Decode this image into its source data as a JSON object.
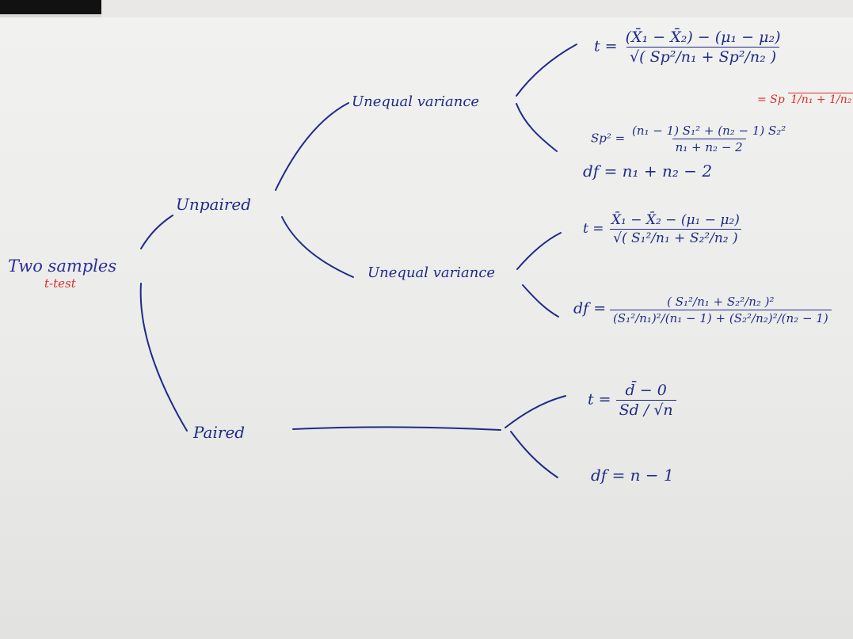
{
  "root": {
    "title": "Two samples",
    "subtitle": "t-test"
  },
  "unpaired": {
    "label": "Unpaired"
  },
  "paired": {
    "label": "Paired"
  },
  "unequal_branch": {
    "label": "Unequal variance",
    "t_lhs": "t =",
    "t_num": "(X̄₁ − X̄₂) − (μ₁ − μ₂)",
    "t_den": "√( Sp²/n₁ + Sp²/n₂ )",
    "alt_eq": "= Sp",
    "alt_sqrt": "1/n₁ + 1/n₂",
    "sp_lhs": "Sp² =",
    "sp_num": "(n₁ − 1) S₁² + (n₂ − 1) S₂²",
    "sp_den": "n₁ + n₂ − 2",
    "df": "df = n₁ + n₂ − 2"
  },
  "unequal_branch_2": {
    "label": "Unequal variance",
    "t_lhs": "t =",
    "t_num": "X̄₁ − X̄₂ − (μ₁ − μ₂)",
    "t_den": "√( S₁²/n₁ + S₂²/n₂ )",
    "df_lhs": "df =",
    "df_num": "( S₁²/n₁ + S₂²/n₂ )²",
    "df_den": "(S₁²/n₁)²/(n₁ − 1) + (S₂²/n₂)²/(n₂ − 1)"
  },
  "paired_branch": {
    "t_lhs": "t =",
    "t_num": "d̄ − 0",
    "t_den": "Sd / √n",
    "df": "df = n − 1"
  },
  "colors": {
    "ink": "#1f2a8a",
    "red": "#d9302f",
    "paper": "#efefed"
  }
}
